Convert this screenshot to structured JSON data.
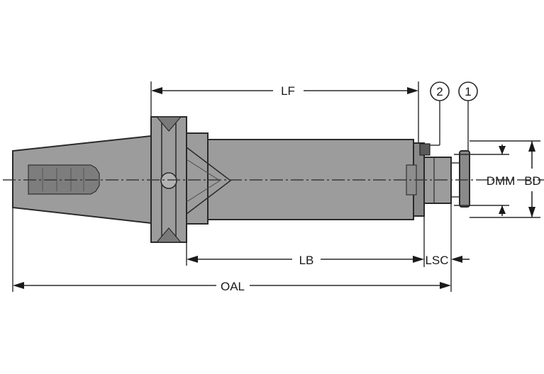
{
  "dimensions": {
    "lf": "LF",
    "lb": "LB",
    "lsc": "LSC",
    "oal": "OAL",
    "dmm": "DMM",
    "bd": "BD"
  },
  "callouts": {
    "item_1": "1",
    "item_2": "2"
  }
}
